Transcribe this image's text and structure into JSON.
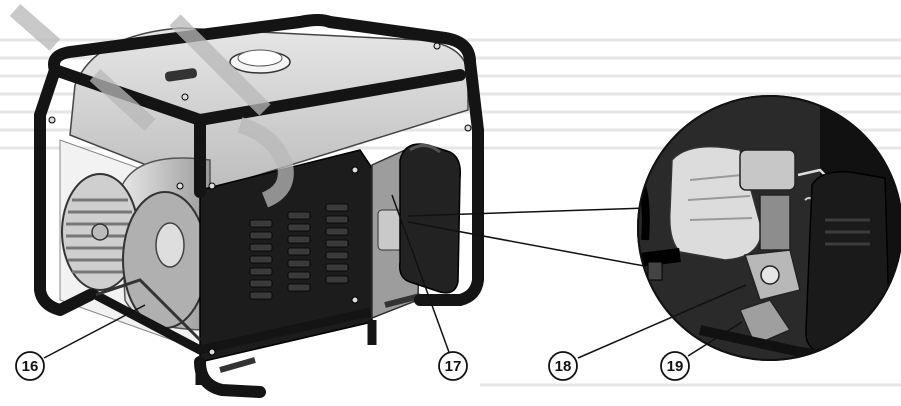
{
  "callouts": [
    {
      "id": "16",
      "label": "16"
    },
    {
      "id": "17",
      "label": "17"
    },
    {
      "id": "18",
      "label": "18"
    },
    {
      "id": "19",
      "label": "19"
    }
  ],
  "colors": {
    "frame": "#141414",
    "panel": "#1c1c1c",
    "engine_light": "#d9d9d9",
    "engine_mid": "#a9a9a9",
    "stripes": "#e6e6e6",
    "watermark": "#b8b8b8"
  }
}
